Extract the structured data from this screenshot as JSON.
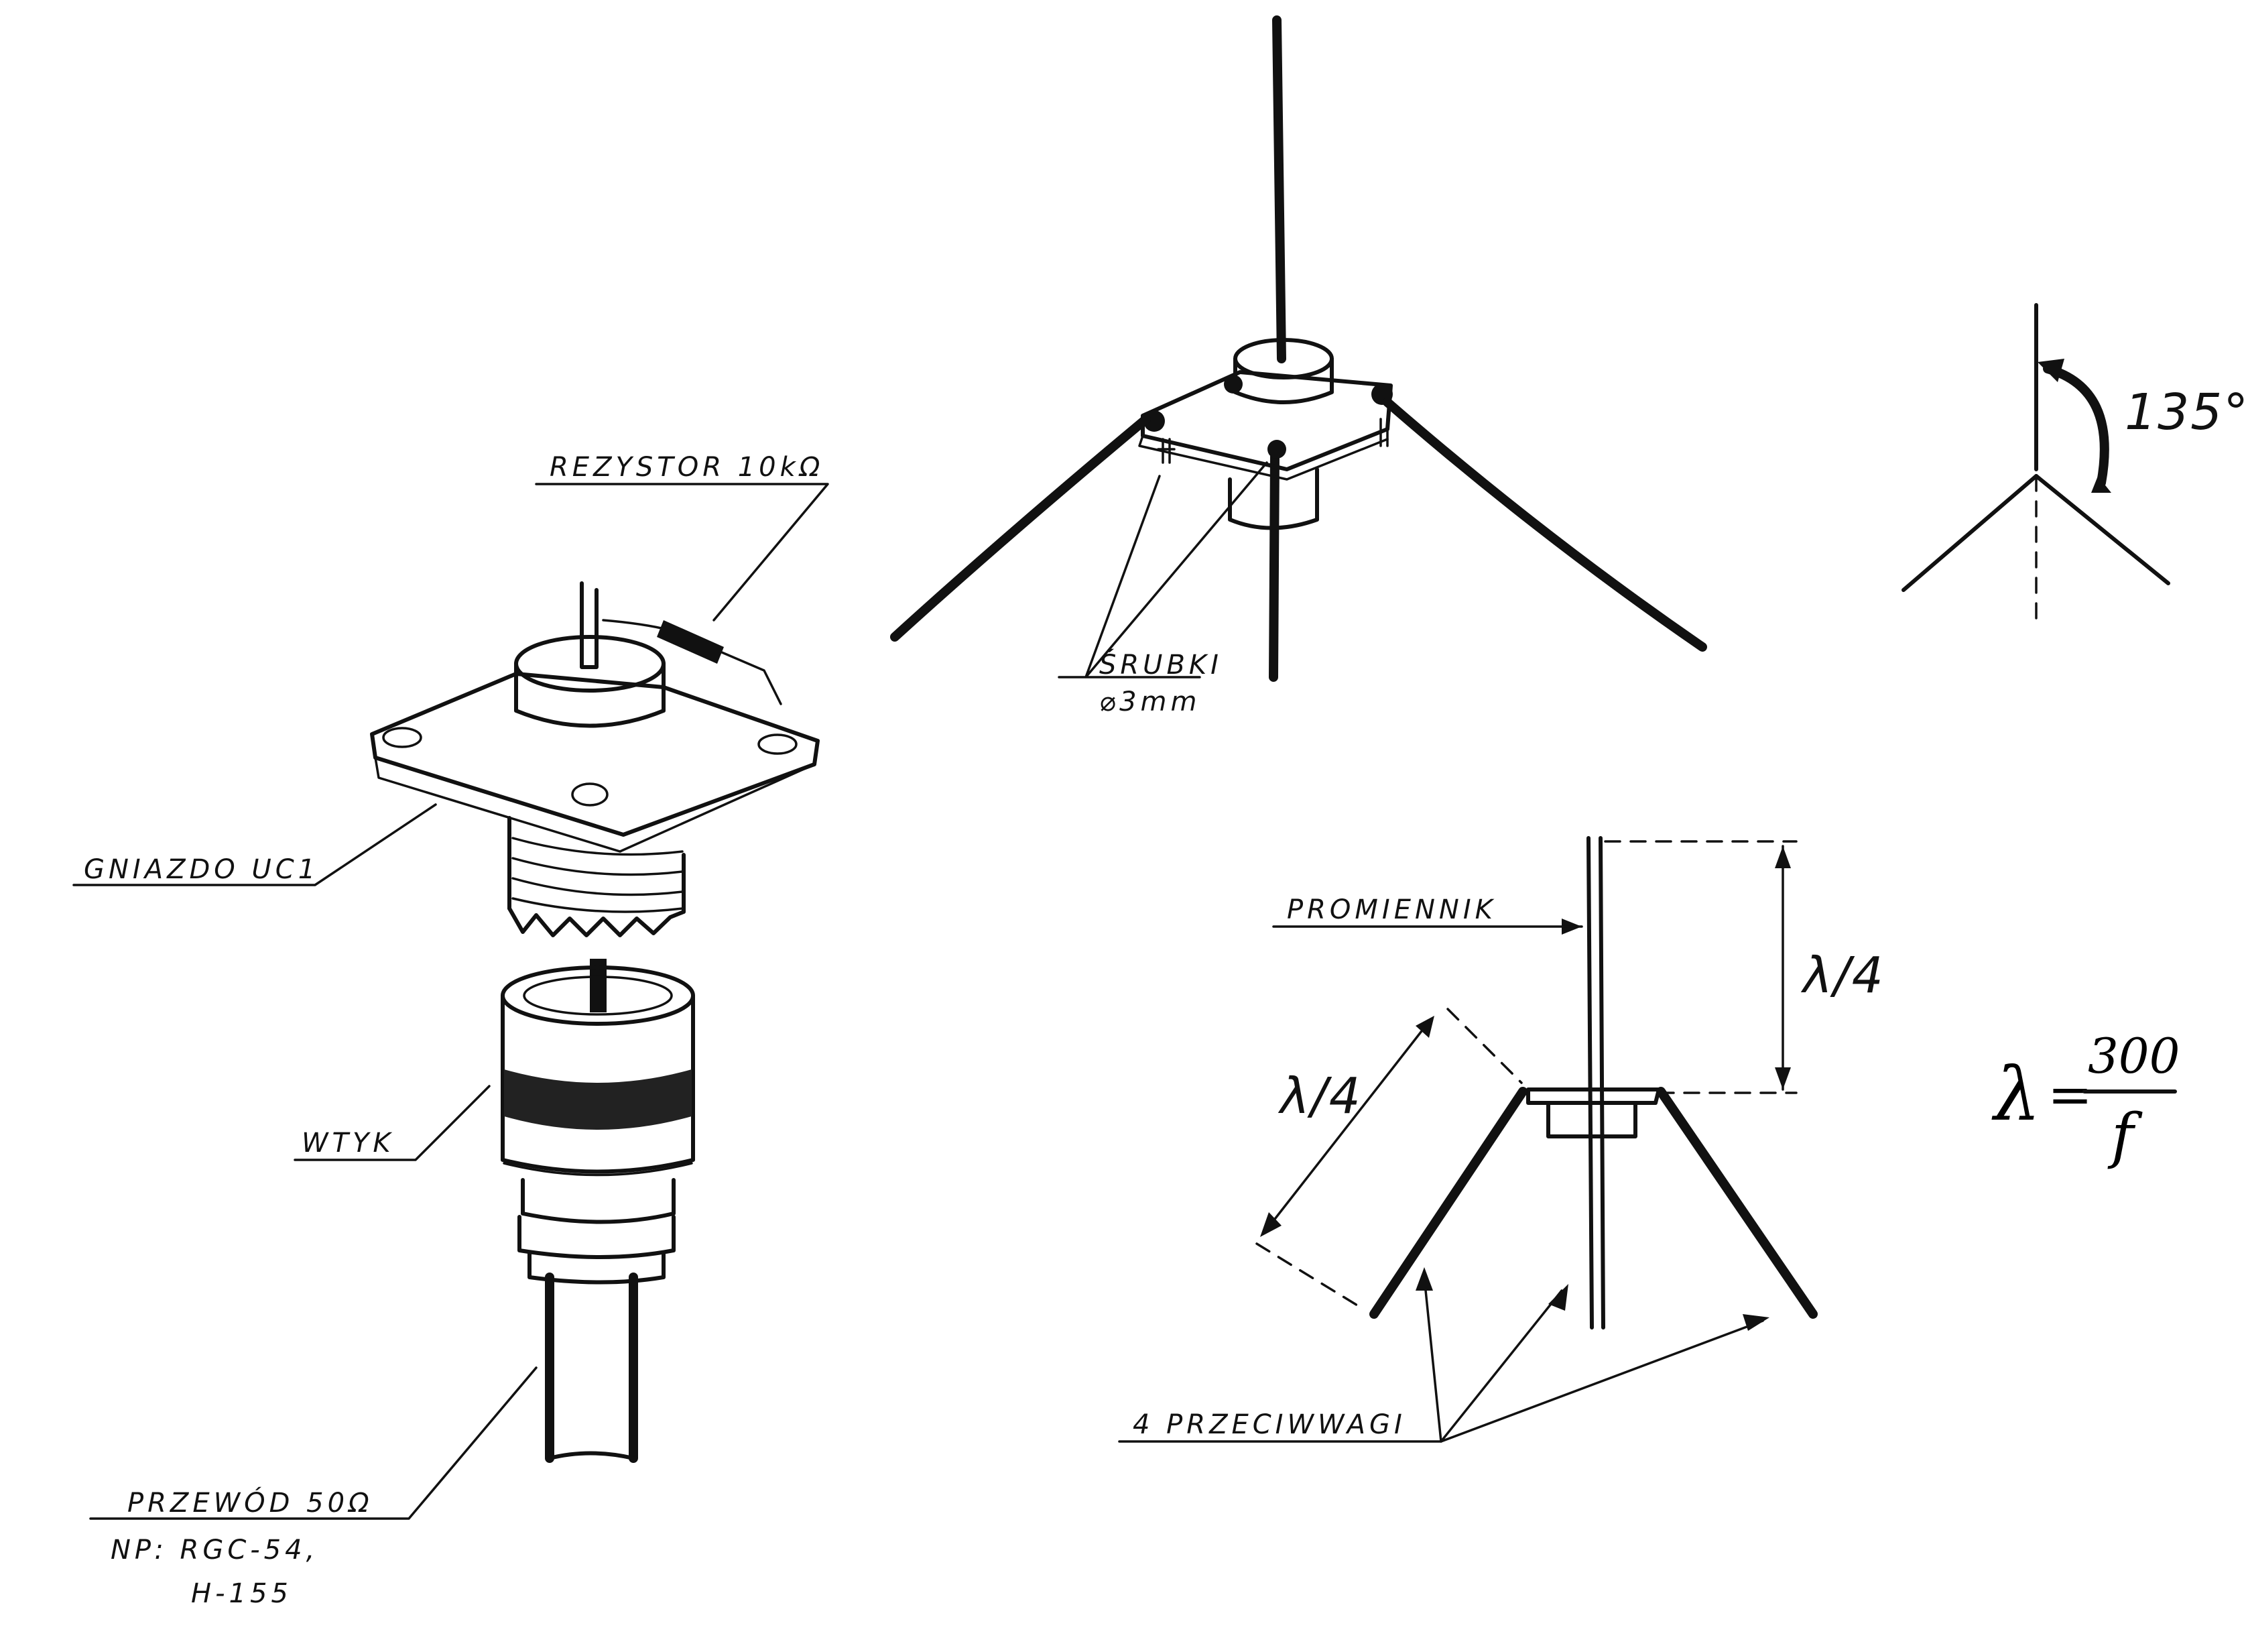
{
  "labels": {
    "rezystor": "REZYSTOR 10kΩ",
    "gniazdo": "GNIAZDO UC1",
    "wtyk": "WTYK",
    "przewod": "PRZEWÓD 50Ω",
    "przewod_np": "NP: RGC-54,",
    "przewod_h": "H-155",
    "srubki": "ŚRUBKI",
    "srubki_dim": "⌀3mm",
    "angle": "135°",
    "promiennik": "PROMIENNIK",
    "lambda_quarter_vertical": "λ/4",
    "lambda_quarter_slant": "λ/4",
    "przeciwwagi": "4 PRZECIWWAGI"
  },
  "formula": {
    "lhs": "λ",
    "eq": "=",
    "numerator": "300",
    "denominator": "f"
  }
}
